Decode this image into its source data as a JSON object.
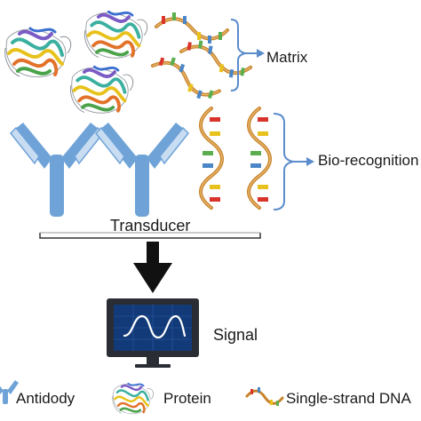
{
  "labels": {
    "matrix": "Matrix",
    "bio_recognition": "Bio-recognition",
    "transducer": "Transducer",
    "signal": "Signal"
  },
  "legend": [
    {
      "icon": "antibody-icon",
      "label": "Antidody"
    },
    {
      "icon": "protein-icon",
      "label": "Protein"
    },
    {
      "icon": "ssdna-icon",
      "label": "Single-strand DNA"
    }
  ],
  "colors": {
    "antibody": "#6fa3d8",
    "antibody_light": "#c9ddf2",
    "bracket": "#5b8ccc",
    "dna_backbone": "#c8832a",
    "base_red": "#d9342b",
    "base_yellow": "#e8c21c",
    "base_green": "#5aae4d",
    "base_blue": "#4a86c8",
    "arrow": "#111111",
    "monitor": "#2a2d33",
    "screen": "#123a78",
    "wave": "#ffffff"
  }
}
